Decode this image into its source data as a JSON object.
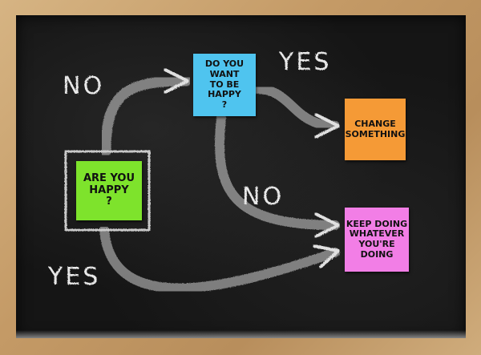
{
  "board": {
    "labels": {
      "no_top": "NO",
      "yes_top": "YES",
      "no_middle": "NO",
      "yes_bottom": "YES"
    },
    "notes": {
      "green": {
        "text": "ARE YOU\nHAPPY\n?",
        "color": "#7ee32c"
      },
      "blue": {
        "text": "DO YOU WANT\nTO BE\nHAPPY\n?",
        "color": "#4fc4ef"
      },
      "orange": {
        "text": "CHANGE\nSOMETHING",
        "color": "#f59a36"
      },
      "pink": {
        "text": "KEEP DOING\nWHATEVER\nYOU'RE DOING",
        "color": "#f27ee6"
      }
    },
    "colors": {
      "chalkboard": "#151515",
      "chalk": "#e8e8e8",
      "frame": "#c8a676"
    }
  }
}
